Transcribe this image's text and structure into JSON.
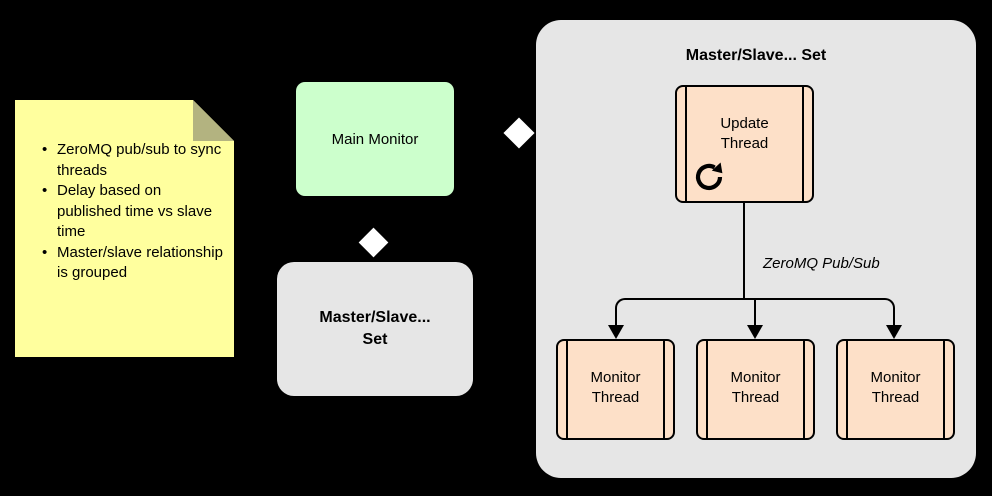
{
  "diagram": {
    "title_visible": false,
    "background_color": "#000000"
  },
  "sticky_note": {
    "name": "notes-sticky",
    "color": "#ffff9e",
    "fold_color": "#b3b380",
    "bullet_glyph": "•",
    "items": [
      "ZeroMQ pub/sub to sync threads",
      "Delay based on published time vs slave time",
      "Master/slave relationship is grouped"
    ]
  },
  "main_monitor": {
    "label": "Main Monitor",
    "color": "#ccffcc"
  },
  "ms_set_left": {
    "line1": "Master/Slave...",
    "line2": "Set",
    "color": "#e6e6e6",
    "connector_glyph": "diamond"
  },
  "ms_set_panel": {
    "title": "Master/Slave... Set",
    "color": "#e6e6e6",
    "connector_glyph": "diamond"
  },
  "update_thread": {
    "line1": "Update",
    "line2": "Thread",
    "color": "#fde0c8",
    "icon": "refresh-loop-icon"
  },
  "monitor_threads": [
    {
      "line1": "Monitor",
      "line2": "Thread",
      "color": "#fde0c8"
    },
    {
      "line1": "Monitor",
      "line2": "Thread",
      "color": "#fde0c8"
    },
    {
      "line1": "Monitor",
      "line2": "Thread",
      "color": "#fde0c8"
    }
  ],
  "connector": {
    "label": "ZeroMQ Pub/Sub",
    "style": "italic",
    "arrow": "solid-triangle"
  }
}
